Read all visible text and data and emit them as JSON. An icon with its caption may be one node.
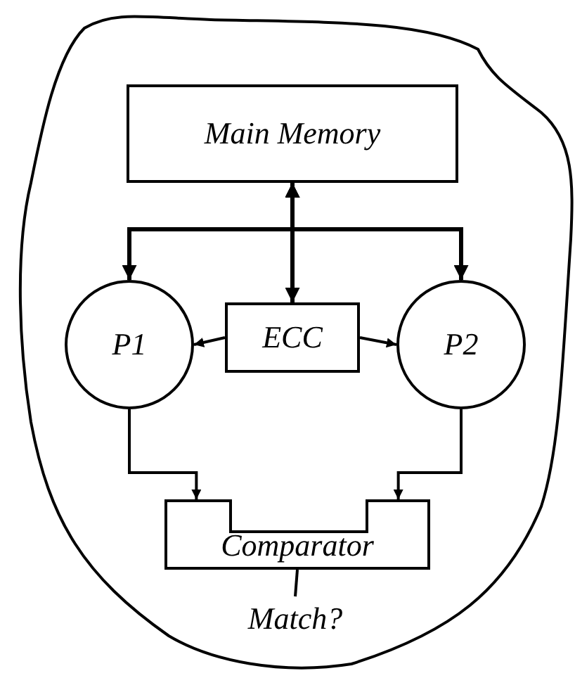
{
  "diagram": {
    "nodes": [
      {
        "text": [],
        "shape": "cloud"
      },
      {
        "text": [
          "Main Memory"
        ],
        "in": 0
      },
      {
        "text": [
          "P1"
        ],
        "in": 0
      },
      {
        "text": [
          "ECC"
        ],
        "in": 0
      },
      {
        "text": [
          "P2"
        ],
        "in": 0
      },
      {
        "text": [
          "Comparator"
        ],
        "in": 0
      },
      {
        "text": [
          "Match?"
        ],
        "in": 0
      }
    ],
    "edges": [
      {
        "from": 1,
        "to": 2,
        "arrow": "both"
      },
      {
        "from": 1,
        "to": 3,
        "arrow": "both"
      },
      {
        "from": 1,
        "to": 4,
        "arrow": "both"
      },
      {
        "from": 3,
        "to": 2,
        "arrow": "to"
      },
      {
        "from": 3,
        "to": 4,
        "arrow": "to"
      },
      {
        "from": 2,
        "to": 5,
        "arrow": "to"
      },
      {
        "from": 4,
        "to": 5,
        "arrow": "to"
      },
      {
        "from": 5,
        "to": 6,
        "arrow": "none"
      }
    ]
  }
}
